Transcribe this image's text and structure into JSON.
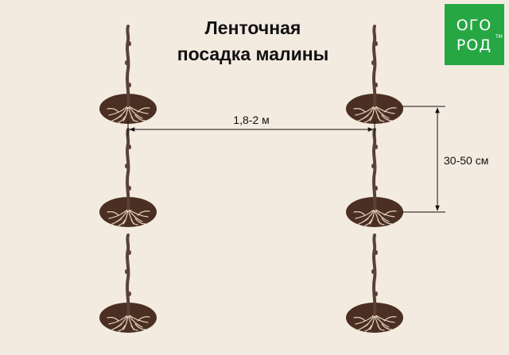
{
  "title": {
    "line1": "Ленточная",
    "line2": "посадка малины"
  },
  "dimensions": {
    "row_spacing": "1,8-2 м",
    "plant_spacing": "30-50 см"
  },
  "logo": {
    "line1": "ОГО",
    "line2": "РОД",
    "mark": "TM",
    "color": "#26a744"
  },
  "colors": {
    "background": "#f3ebe0",
    "soil": "#4a2f22",
    "root": "#e3d2bd",
    "stem": "#5a4236",
    "line": "#111111"
  },
  "layout": {
    "rows": 3,
    "columns": 2
  }
}
